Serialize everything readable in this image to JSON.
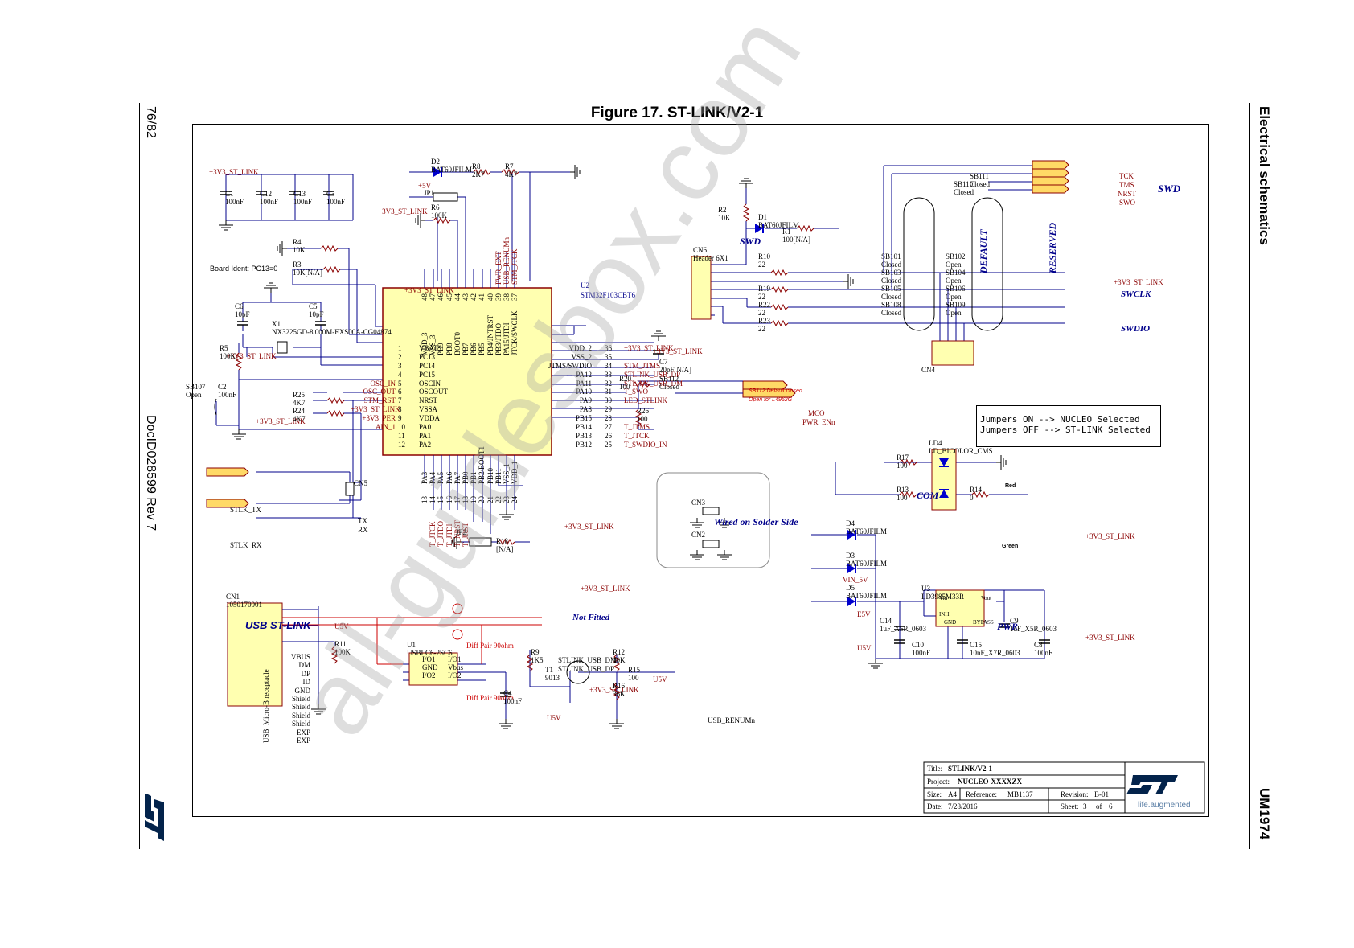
{
  "page": {
    "page_number": "76/82",
    "doc_id": "DocID028599 Rev 7",
    "section": "Electrical schematics",
    "doc_code": "UM1974",
    "figure_title": "Figure 17. ST-LINK/V2-1",
    "watermark": "all-guidesbox.com"
  },
  "schematic": {
    "nets": {
      "p3v3": "+3V3_ST_LINK",
      "p5v": "+5V",
      "stlk_tx": "STLK_TX",
      "stlk_rx": "STLK_RX",
      "mco": "MCO",
      "pwr_enn": "PWR_ENn",
      "tck": "TCK",
      "tms": "TMS",
      "nrst": "NRST",
      "swo": "SWO",
      "vin5v": "VIN_5V",
      "e5v": "E5V",
      "u5v": "U5V"
    },
    "labels": {
      "board_ident": "Board Ident: PC13=0",
      "swd_left": "SWD",
      "swd_right": "SWD",
      "swclk": "SWCLK",
      "swdio": "SWDIO",
      "default": "DEFAULT",
      "reserved": "RESERVED",
      "com": "COM",
      "pwr": "PWR",
      "usb_stlink": "USB ST-LINK",
      "wired": "Wired on Solder Side",
      "not_fitted": "Not Fitted",
      "diff_pair_1": "Diff Pair 90ohm",
      "diff_pair_2": "Diff Pair 90ohm",
      "sb112_note_1": "SB112:Default closed",
      "sb112_note_2": "Open for L4962G",
      "jumpers_on": "Jumpers ON  --> NUCLEO Selected",
      "jumpers_off": "Jumpers OFF --> ST-LINK Selected"
    },
    "mcu": {
      "ref": "U2",
      "part": "STM32F103CBT6",
      "left_pins": [
        "VBAT",
        "PC13",
        "PC14",
        "PC15",
        "OSCIN",
        "OSCOUT",
        "NRST",
        "VSSA",
        "VDDA",
        "PA0",
        "PA1",
        "PA2"
      ],
      "left_nums": [
        "1",
        "2",
        "3",
        "4",
        "5",
        "6",
        "7",
        "8",
        "9",
        "10",
        "11",
        "12"
      ],
      "right_pins": [
        "VDD_2",
        "VSS_2",
        "JTMS/SWDIO",
        "PA12",
        "PA11",
        "PA10",
        "PA9",
        "PA8",
        "PB15",
        "PB14",
        "PB13",
        "PB12"
      ],
      "right_nums": [
        "36",
        "35",
        "34",
        "33",
        "32",
        "31",
        "30",
        "29",
        "28",
        "27",
        "26",
        "25"
      ],
      "top_pins": [
        "VDD_3",
        "VSS_3",
        "PB9",
        "PB8",
        "BOOT0",
        "PB7",
        "PB6",
        "PB5",
        "PB4/JNTRST",
        "PB3/JTDO",
        "PA15/JTDI",
        "JTCK/SWCLK"
      ],
      "top_nums": [
        "48",
        "47",
        "46",
        "45",
        "44",
        "43",
        "42",
        "41",
        "40",
        "39",
        "38",
        "37"
      ],
      "bottom_pins": [
        "PA3",
        "PA4",
        "PA5",
        "PA6",
        "PA7",
        "PB0",
        "PB1",
        "PB2/BOOT1",
        "PB10",
        "PB11",
        "VSS_1",
        "VDD_1"
      ],
      "bottom_nums": [
        "13",
        "14",
        "15",
        "16",
        "17",
        "18",
        "19",
        "20",
        "21",
        "22",
        "23",
        "24"
      ],
      "right_nets": [
        "+3V3_ST_LINK",
        "",
        "STM_JTMS",
        "STLINK_USB_DP",
        "STLINK_USB_DM",
        "T_SWO",
        "LED_STLINK",
        "",
        "",
        "T_JTMS",
        "T_JTCK",
        "T_SWDIO_IN"
      ],
      "top_nets": [
        "",
        "",
        "",
        "",
        "",
        "",
        "",
        "",
        "",
        "PWR_EXT",
        "USB_RENUMn",
        "STM_JTCK"
      ],
      "bottom_nets": [
        "",
        "T_JTCK",
        "T_JTDO",
        "T_JTDI",
        "T_NRST",
        "T_JRST",
        "",
        "",
        "",
        "",
        "",
        ""
      ],
      "left_nets": [
        "",
        "",
        "",
        "",
        "OSC_IN",
        "OSC_OUT",
        "STM_RST",
        "+3V3_ST_LINK",
        "+3V3_PER",
        "AIN_1",
        "",
        ""
      ]
    },
    "components": [
      {
        "ref": "C1",
        "value": "100nF"
      },
      {
        "ref": "C12",
        "value": "100nF"
      },
      {
        "ref": "C13",
        "value": "100nF"
      },
      {
        "ref": "C3",
        "value": "100nF"
      },
      {
        "ref": "D2",
        "value": "BAT60JFILM"
      },
      {
        "ref": "R8",
        "value": "2K7"
      },
      {
        "ref": "R7",
        "value": "4K7"
      },
      {
        "ref": "JP1",
        "value": ""
      },
      {
        "ref": "R6",
        "value": "100K"
      },
      {
        "ref": "R4",
        "value": "10K"
      },
      {
        "ref": "R3",
        "value": "10K[N/A]"
      },
      {
        "ref": "C6",
        "value": "10pF"
      },
      {
        "ref": "C5",
        "value": "10pF"
      },
      {
        "ref": "X1",
        "value": "NX3225GD-8.000M-EXS00A-CG04874"
      },
      {
        "ref": "R5",
        "value": "100K"
      },
      {
        "ref": "SB107",
        "value": "Open"
      },
      {
        "ref": "C2",
        "value": "100nF"
      },
      {
        "ref": "R25",
        "value": "4K7"
      },
      {
        "ref": "R24",
        "value": "4K7"
      },
      {
        "ref": "CN5",
        "value": ""
      },
      {
        "ref": "R2",
        "value": "10K"
      },
      {
        "ref": "D1",
        "value": "BAT60JFILM"
      },
      {
        "ref": "R1",
        "value": "100[N/A]"
      },
      {
        "ref": "CN6",
        "value": "Header 6X1"
      },
      {
        "ref": "R10",
        "value": "22"
      },
      {
        "ref": "R19",
        "value": "22"
      },
      {
        "ref": "R22",
        "value": "22"
      },
      {
        "ref": "R23",
        "value": "22"
      },
      {
        "ref": "C7",
        "value": "20pF[N/A]"
      },
      {
        "ref": "R20",
        "value": "100"
      },
      {
        "ref": "SB112",
        "value": "Closed"
      },
      {
        "ref": "R26",
        "value": "100"
      },
      {
        "ref": "JP2",
        "value": ""
      },
      {
        "ref": "R18",
        "value": "[N/A]"
      },
      {
        "ref": "SB111",
        "value": "Closed"
      },
      {
        "ref": "SB110",
        "value": "Closed"
      },
      {
        "ref": "SB101",
        "value": "Closed"
      },
      {
        "ref": "SB102",
        "value": "Open"
      },
      {
        "ref": "SB103",
        "value": "Closed"
      },
      {
        "ref": "SB104",
        "value": "Open"
      },
      {
        "ref": "SB105",
        "value": "Closed"
      },
      {
        "ref": "SB106",
        "value": "Open"
      },
      {
        "ref": "SB108",
        "value": "Closed"
      },
      {
        "ref": "SB109",
        "value": "Open"
      },
      {
        "ref": "CN4",
        "value": ""
      },
      {
        "ref": "CN3",
        "value": ""
      },
      {
        "ref": "CN2",
        "value": ""
      },
      {
        "ref": "LD4",
        "value": "LD_BICOLOR_CMS"
      },
      {
        "ref": "R17",
        "value": "100"
      },
      {
        "ref": "R13",
        "value": "100"
      },
      {
        "ref": "R14",
        "value": "0"
      },
      {
        "ref": "D4",
        "value": "BAT60JFILM"
      },
      {
        "ref": "D3",
        "value": "BAT60JFILM"
      },
      {
        "ref": "D5",
        "value": "BAT60JFILM"
      },
      {
        "ref": "U3",
        "value": "LD3985M33R"
      },
      {
        "ref": "C14",
        "value": "1uF_X5R_0603"
      },
      {
        "ref": "C9",
        "value": "1uF_X5R_0603"
      },
      {
        "ref": "C10",
        "value": "100nF"
      },
      {
        "ref": "C15",
        "value": "10nF_X7R_0603"
      },
      {
        "ref": "C8",
        "value": "100nF"
      },
      {
        "ref": "CN1",
        "value": "1050170001"
      },
      {
        "ref": "R11",
        "value": "100K"
      },
      {
        "ref": "U1",
        "value": "USBLC6-2SC6"
      },
      {
        "ref": "C4",
        "value": "100nF"
      },
      {
        "ref": "R9",
        "value": "1K5"
      },
      {
        "ref": "T1",
        "value": "9013"
      },
      {
        "ref": "R12",
        "value": "10K"
      },
      {
        "ref": "R15",
        "value": "100"
      },
      {
        "ref": "R16",
        "value": "36K"
      }
    ],
    "cn1_pins": [
      "VBUS",
      "DM",
      "DP",
      "ID",
      "GND",
      "Shield",
      "Shield",
      "Shield",
      "Shield",
      "EXP",
      "EXP"
    ],
    "cn1_receptacle": "USB_Micro-B receptacle",
    "u1_pins": [
      "I/O1",
      "GND",
      "I/O2",
      "I/O1",
      "Vbus",
      "I/O2"
    ],
    "u3_pins": [
      "Vin",
      "Vout",
      "INH",
      "GND",
      "BYPASS"
    ],
    "led_colors": [
      "Red",
      "Green"
    ],
    "tx_label": "TX",
    "rx_label": "RX",
    "usb_nets": [
      "STLINK_USB_DM",
      "STLINK_USB_DP",
      "USB_RENUMn"
    ]
  },
  "title_block": {
    "title_label": "Title:",
    "title": "STLINK/V2-1",
    "project_label": "Project:",
    "project": "NUCLEO-XXXXZX",
    "size_label": "Size:",
    "size": "A4",
    "ref_label": "Reference:",
    "reference": "MB1137",
    "rev_label": "Revision:",
    "revision": "B-01",
    "date_label": "Date:",
    "date": "7/28/2016",
    "sheet_label": "Sheet:",
    "sheet": "3",
    "of_label": "of",
    "sheets": "6",
    "tagline": "life.augmented"
  },
  "colors": {
    "wire": "#00008b",
    "net_label": "#8b0000",
    "mcu_fill": "#ffffb0",
    "connector_fill": "#ffffb0",
    "led_blue": "#0000cd",
    "diff_pair": "#cc0000",
    "st_blue": "#03234b"
  }
}
